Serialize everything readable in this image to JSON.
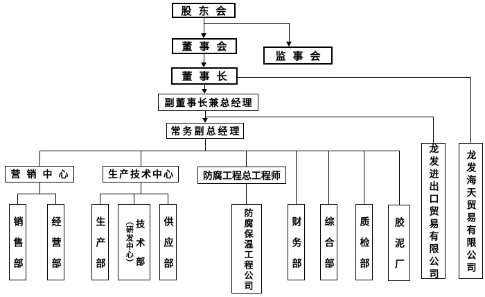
{
  "diagram": {
    "type": "org-chart",
    "language": "zh-CN"
  },
  "colors": {
    "background": "#ffffff",
    "line": "#000000",
    "box_border": "#000000",
    "text": "#000000"
  },
  "nodes": {
    "shareholders": {
      "label": "股东会"
    },
    "board": {
      "label": "董事会"
    },
    "supervisory": {
      "label": "监事会"
    },
    "chairman": {
      "label": "董事长"
    },
    "vice_chairman_gm": {
      "label": "副董事长兼总经理"
    },
    "exec_deputy_gm": {
      "label": "常务副总经理"
    },
    "marketing_center": {
      "label": "营销中心"
    },
    "production_tech_center": {
      "label": "生产技术中心"
    },
    "anticorrosion_chief_engineer": {
      "label": "防腐工程总工程师"
    },
    "sales_dept": {
      "label": "销售部"
    },
    "operations_dept": {
      "label": "经营部"
    },
    "production_dept": {
      "label": "生产部"
    },
    "technology_dept": {
      "label": "技术部",
      "sub_label": "（研发中心）"
    },
    "supply_dept": {
      "label": "供应部"
    },
    "anticorrosion_insulation_company": {
      "label": "防腐保温工程公司"
    },
    "finance_dept": {
      "label": "财务部"
    },
    "general_dept": {
      "label": "综合部"
    },
    "quality_dept": {
      "label": "质检部"
    },
    "cement_factory": {
      "label": "胶泥厂"
    },
    "import_export_company": {
      "label": "龙发进出口贸易有限公司"
    },
    "haitian_trading_company": {
      "label": "龙发海天贸易有限公司"
    }
  },
  "edges": [
    {
      "from": "shareholders",
      "to": "board"
    },
    {
      "from": "shareholders",
      "to": "supervisory"
    },
    {
      "from": "board",
      "to": "chairman"
    },
    {
      "from": "chairman",
      "to": "vice_chairman_gm"
    },
    {
      "from": "chairman",
      "to": "haitian_trading_company"
    },
    {
      "from": "vice_chairman_gm",
      "to": "exec_deputy_gm"
    },
    {
      "from": "vice_chairman_gm",
      "to": "import_export_company"
    },
    {
      "from": "exec_deputy_gm",
      "to": "marketing_center"
    },
    {
      "from": "exec_deputy_gm",
      "to": "production_tech_center"
    },
    {
      "from": "exec_deputy_gm",
      "to": "anticorrosion_chief_engineer"
    },
    {
      "from": "exec_deputy_gm",
      "to": "finance_dept"
    },
    {
      "from": "exec_deputy_gm",
      "to": "general_dept"
    },
    {
      "from": "exec_deputy_gm",
      "to": "quality_dept"
    },
    {
      "from": "exec_deputy_gm",
      "to": "cement_factory"
    },
    {
      "from": "marketing_center",
      "to": "sales_dept"
    },
    {
      "from": "marketing_center",
      "to": "operations_dept"
    },
    {
      "from": "production_tech_center",
      "to": "production_dept"
    },
    {
      "from": "production_tech_center",
      "to": "technology_dept"
    },
    {
      "from": "production_tech_center",
      "to": "supply_dept"
    },
    {
      "from": "anticorrosion_chief_engineer",
      "to": "anticorrosion_insulation_company"
    }
  ]
}
